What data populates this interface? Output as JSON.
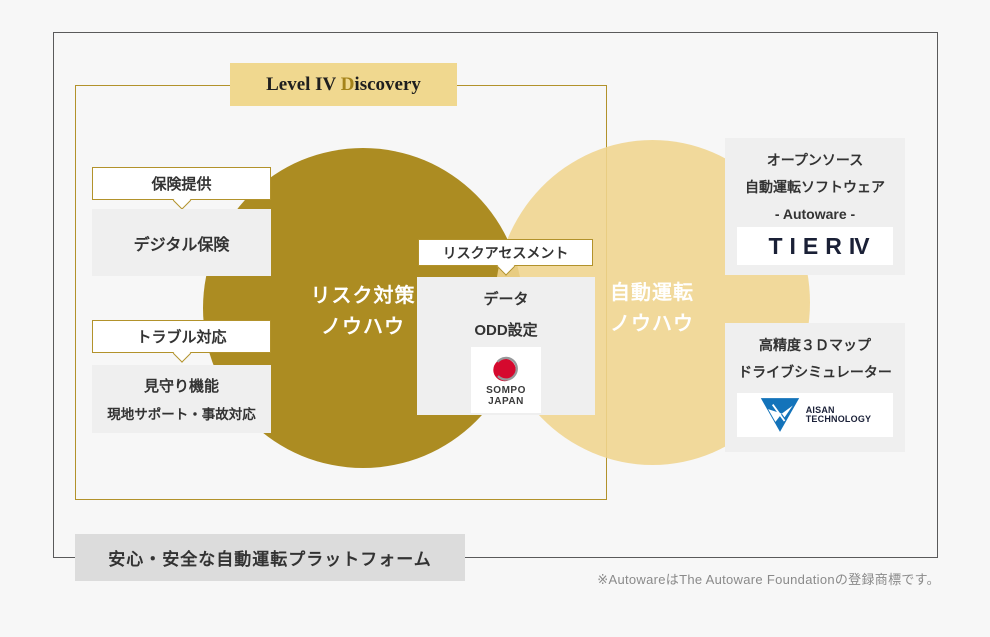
{
  "colors": {
    "background": "#f7f7f7",
    "outer_frame": "#5a5a5b",
    "gold_accent": "#b2922b",
    "circle_left": "#ac8c22",
    "circle_right": "#f2dc9e",
    "title_bg": "#f0d88f",
    "box_gray": "#efefef",
    "platform_gray": "#dcdcdc",
    "tier_navy": "#1a2036",
    "sompo_red": "#d5092e",
    "aisan_blue": "#1373ba"
  },
  "title": {
    "pre": "Level IV ",
    "accent": "D",
    "rest": "iscovery"
  },
  "venn": {
    "left_line1": "リスク対策",
    "left_line2": "ノウハウ",
    "right_line1": "自動運転",
    "right_line2": "ノウハウ"
  },
  "left_callouts": [
    {
      "tag": "保険提供",
      "items": [
        "デジタル保険"
      ]
    },
    {
      "tag": "トラブル対応",
      "items": [
        "見守り機能",
        "現地サポート・事故対応"
      ]
    }
  ],
  "center": {
    "tag": "リスクアセスメント",
    "items": [
      "データ",
      "ODD設定"
    ],
    "logo": {
      "name": "SOMPO JAPAN",
      "line1": "SOMPO",
      "line2": "JAPAN"
    }
  },
  "right_panels": [
    {
      "lines": [
        "オープンソース",
        "自動運転ソフトウェア",
        "- Autoware -"
      ],
      "logo": {
        "name": "TIER IV",
        "text": "TIER",
        "numeral": "IV"
      }
    },
    {
      "lines": [
        "高精度３Ｄマップ",
        "ドライブシミュレーター"
      ],
      "logo": {
        "name": "AISAN TECHNOLOGY",
        "line1": "AISAN",
        "line2": "TECHNOLOGY"
      }
    }
  ],
  "bottom": {
    "platform": "安心・安全な自動運転プラットフォーム",
    "footnote": "※AutowareはThe Autoware Foundationの登録商標です。"
  }
}
